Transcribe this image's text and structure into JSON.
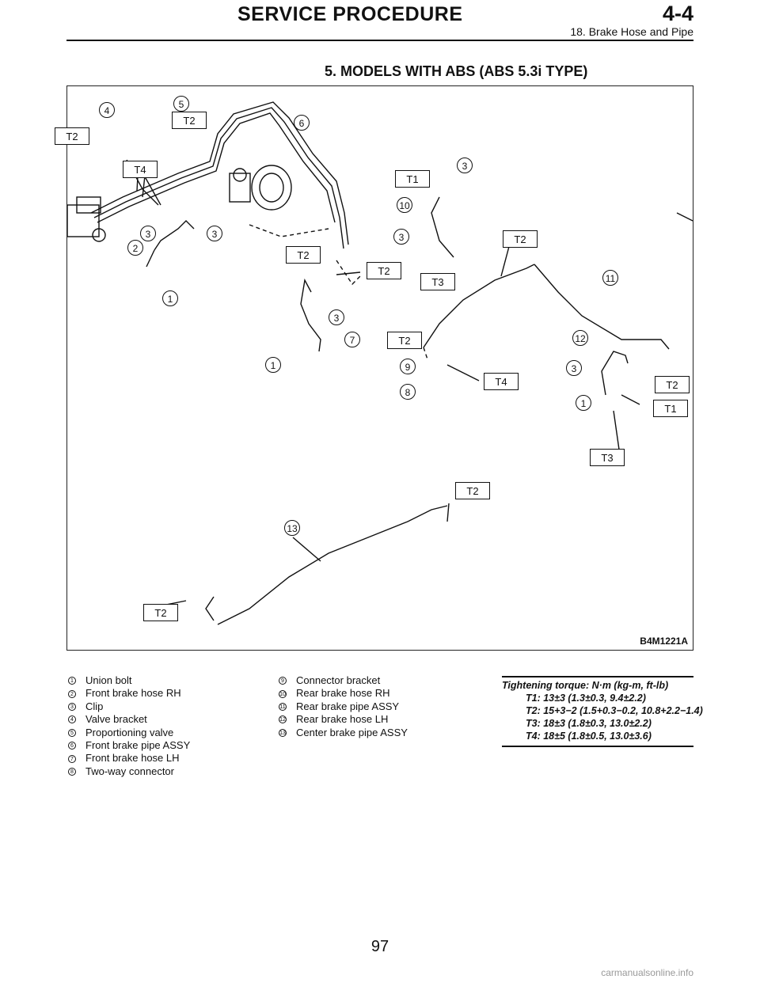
{
  "header": {
    "title": "SERVICE PROCEDURE",
    "section_number": "4-4",
    "subtitle": "18. Brake Hose and Pipe"
  },
  "section_heading": "5. MODELS WITH ABS (ABS 5.3i TYPE)",
  "figure": {
    "code": "B4M1221A",
    "torque_labels": [
      "T2",
      "T4",
      "T2",
      "T2",
      "T2",
      "T1",
      "T2",
      "T3",
      "T2",
      "T4",
      "T2",
      "T1",
      "T3",
      "T2",
      "T2"
    ],
    "callouts": [
      "4",
      "5",
      "6",
      "3",
      "10",
      "3",
      "3",
      "2",
      "3",
      "1",
      "11",
      "3",
      "7",
      "1",
      "12",
      "9",
      "3",
      "8",
      "1",
      "13"
    ]
  },
  "legend_left": [
    {
      "num": "1",
      "text": "Union bolt"
    },
    {
      "num": "2",
      "text": "Front brake hose RH"
    },
    {
      "num": "3",
      "text": "Clip"
    },
    {
      "num": "4",
      "text": "Valve bracket"
    },
    {
      "num": "5",
      "text": "Proportioning valve"
    },
    {
      "num": "6",
      "text": "Front brake pipe ASSY"
    },
    {
      "num": "7",
      "text": "Front brake hose LH"
    },
    {
      "num": "8",
      "text": "Two-way connector"
    }
  ],
  "legend_right": [
    {
      "num": "9",
      "text": "Connector bracket"
    },
    {
      "num": "10",
      "text": "Rear brake hose RH"
    },
    {
      "num": "11",
      "text": "Rear brake pipe ASSY"
    },
    {
      "num": "12",
      "text": "Rear brake hose LH"
    },
    {
      "num": "13",
      "text": "Center brake pipe ASSY"
    }
  ],
  "torque": {
    "heading": "Tightening torque: N·m (kg-m, ft-lb)",
    "lines": [
      "T1: 13±3 (1.3±0.3, 9.4±2.2)",
      "T2: 15+3−2 (1.5+0.3−0.2, 10.8+2.2−1.4)",
      "T3: 18±3 (1.8±0.3, 13.0±2.2)",
      "T4: 18±5 (1.8±0.5, 13.0±3.6)"
    ]
  },
  "page_number": "97",
  "watermark": "carmanualsonline.info"
}
